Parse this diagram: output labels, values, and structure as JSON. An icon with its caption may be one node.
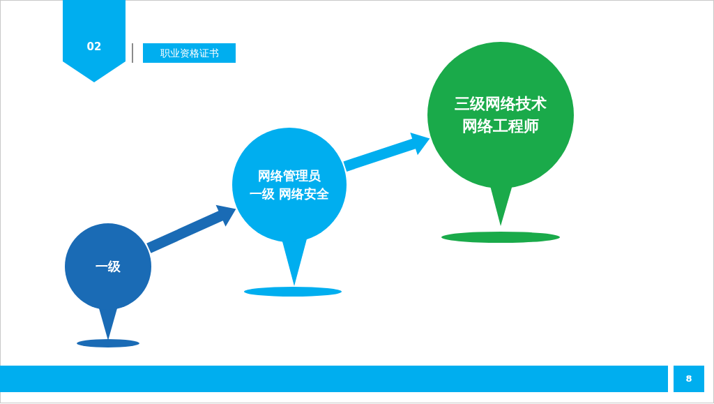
{
  "diagram": {
    "nodes": [
      {
        "text": [
          "02"
        ]
      },
      {
        "text": [
          "职业资格证书"
        ]
      },
      {
        "text": [
          "一级"
        ]
      },
      {
        "text": [
          "网络管理员",
          "一级 网络安全"
        ]
      },
      {
        "text": [
          "三级网络技术",
          "网络工程师"
        ]
      },
      {
        "text": [
          "8"
        ]
      }
    ],
    "edges": [
      {
        "from": 2,
        "to": 3,
        "arrow": "to",
        "color": "#1a6bb5"
      },
      {
        "from": 3,
        "to": 4,
        "arrow": "to",
        "color": "#00aeef"
      }
    ]
  }
}
